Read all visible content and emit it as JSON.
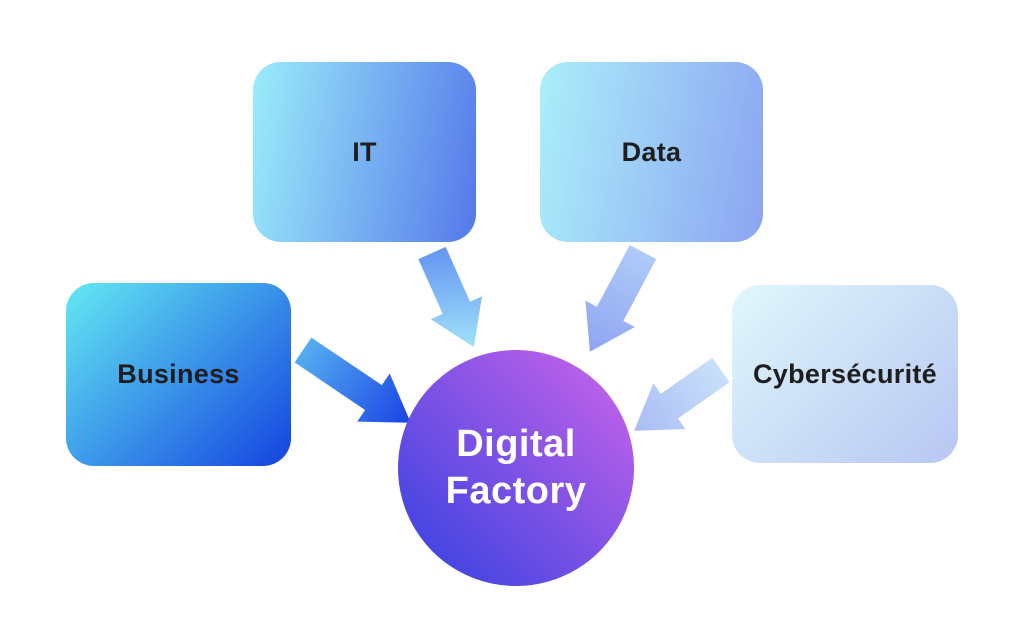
{
  "diagram": {
    "background_color": "#FFFFFF",
    "text_color": "#1E1E1E",
    "nodes": [
      {
        "id": "it",
        "label": "IT",
        "gradient_from": "#9BEDFA",
        "gradient_to": "#5578EA"
      },
      {
        "id": "data",
        "label": "Data",
        "gradient_from": "#ABEFFA",
        "gradient_to": "#8CA4F2"
      },
      {
        "id": "business",
        "label": "Business",
        "gradient_from": "#63E9F3",
        "gradient_to": "#1443E0"
      },
      {
        "id": "cybersecurite",
        "label": "Cybersécurité",
        "gradient_from": "#DFF8FC",
        "gradient_to": "#B8C6F2"
      }
    ],
    "center": {
      "line1": "Digital",
      "line2": "Factory",
      "text_color": "#FFFFFF",
      "gradient_from": "#CE64EA",
      "gradient_to": "#3040E0"
    },
    "arrows": [
      {
        "id": "business-to-center",
        "from": "Business",
        "to": "Digital Factory",
        "gradient_from": "#55ADF1",
        "gradient_to": "#1A43E4"
      },
      {
        "id": "it-to-center",
        "from": "IT",
        "to": "Digital Factory",
        "gradient_from": "#6293F2",
        "gradient_to": "#A4E6F9"
      },
      {
        "id": "data-to-center",
        "from": "Data",
        "to": "Digital Factory",
        "gradient_from": "#AFCBF8",
        "gradient_to": "#8FA4F1"
      },
      {
        "id": "cybersecurite-to-center",
        "from": "Cybersécurité",
        "to": "Digital Factory",
        "gradient_from": "#C8E0FA",
        "gradient_to": "#A9BCF4"
      }
    ]
  }
}
